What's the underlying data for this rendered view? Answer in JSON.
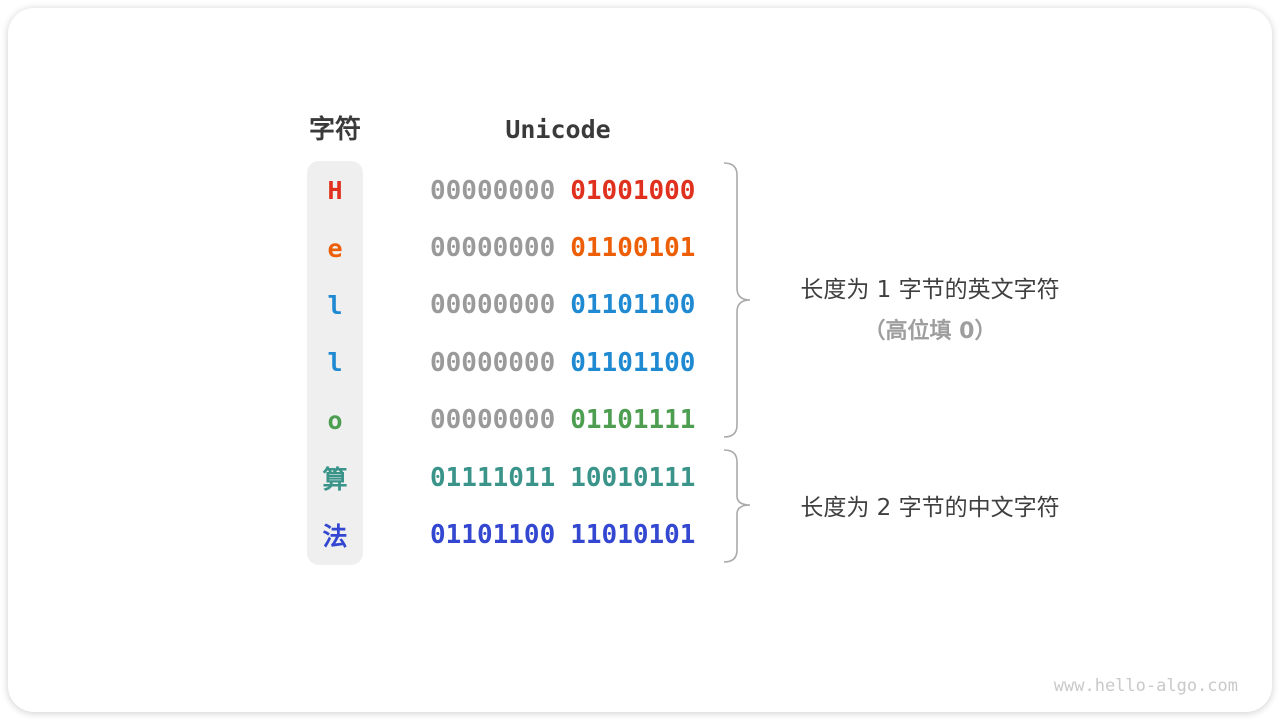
{
  "header": {
    "char_col": "字符",
    "unicode_col": "Unicode"
  },
  "rows": [
    {
      "char": "H",
      "color": "#e0301e",
      "byte_high": "00000000",
      "byte_high_color": "#9a9a9a",
      "byte_low": "01001000",
      "byte_low_color": "#e0301e"
    },
    {
      "char": "e",
      "color": "#ed5f07",
      "byte_high": "00000000",
      "byte_high_color": "#9a9a9a",
      "byte_low": "01100101",
      "byte_low_color": "#ed5f07"
    },
    {
      "char": "l",
      "color": "#1f8ad2",
      "byte_high": "00000000",
      "byte_high_color": "#9a9a9a",
      "byte_low": "01101100",
      "byte_low_color": "#1f8ad2"
    },
    {
      "char": "l",
      "color": "#1f8ad2",
      "byte_high": "00000000",
      "byte_high_color": "#9a9a9a",
      "byte_low": "01101100",
      "byte_low_color": "#1f8ad2"
    },
    {
      "char": "o",
      "color": "#4d9e51",
      "byte_high": "00000000",
      "byte_high_color": "#9a9a9a",
      "byte_low": "01101111",
      "byte_low_color": "#4d9e51"
    },
    {
      "char": "算",
      "color": "#3a948a",
      "byte_high": "01111011",
      "byte_high_color": "#3a948a",
      "byte_low": "10010111",
      "byte_low_color": "#3a948a"
    },
    {
      "char": "法",
      "color": "#3347d1",
      "byte_high": "01101100",
      "byte_high_color": "#3347d1",
      "byte_low": "11010101",
      "byte_low_color": "#3347d1"
    }
  ],
  "annotations": {
    "group1_line1": "长度为 1 字节的英文字符",
    "group1_line2": "（高位填 0）",
    "group2_line1": "长度为 2 字节的中文字符"
  },
  "watermark": "www.hello-algo.com",
  "colors": {
    "header_text": "#3a3a3a",
    "gray_byte": "#9a9a9a",
    "annotation_primary": "#3f3f3f",
    "annotation_secondary": "#9e9e9e",
    "char_column_bg": "#efefef",
    "brace": "#aaaaaa",
    "watermark": "#c9c9c9"
  }
}
